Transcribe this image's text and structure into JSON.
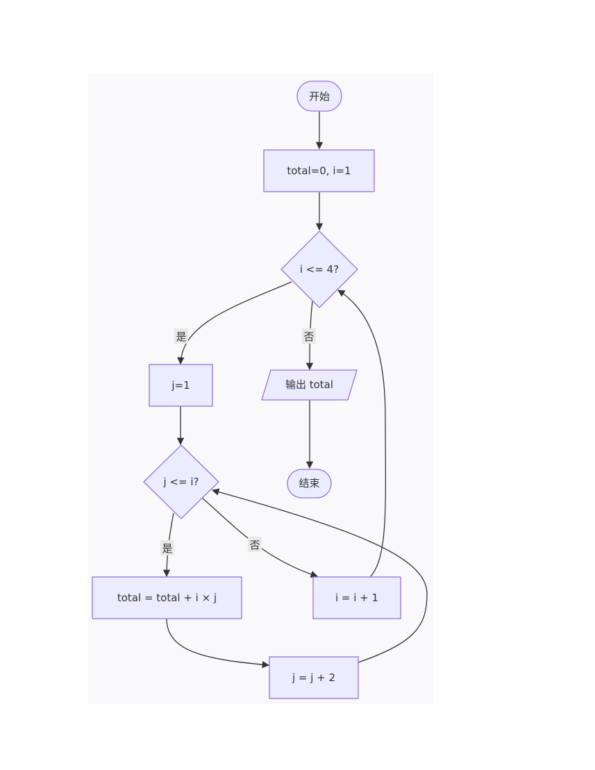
{
  "nodes": {
    "start": "开始",
    "init": "total=0, i=1",
    "cond_i": "i <= 4?",
    "set_j": "j=1",
    "output": "输出 total",
    "end": "结束",
    "cond_j": "j <= i?",
    "accumulate": "total = total + i × j",
    "inc_i": "i = i + 1",
    "inc_j": "j = j + 2"
  },
  "edge_labels": {
    "cond_i_yes": "是",
    "cond_i_no": "否",
    "cond_j_yes": "是",
    "cond_j_no": "否"
  },
  "colors": {
    "node_fill": "#ececff",
    "node_stroke": "#9370db",
    "edge": "#333333",
    "label_bg": "#e8e8e8"
  }
}
